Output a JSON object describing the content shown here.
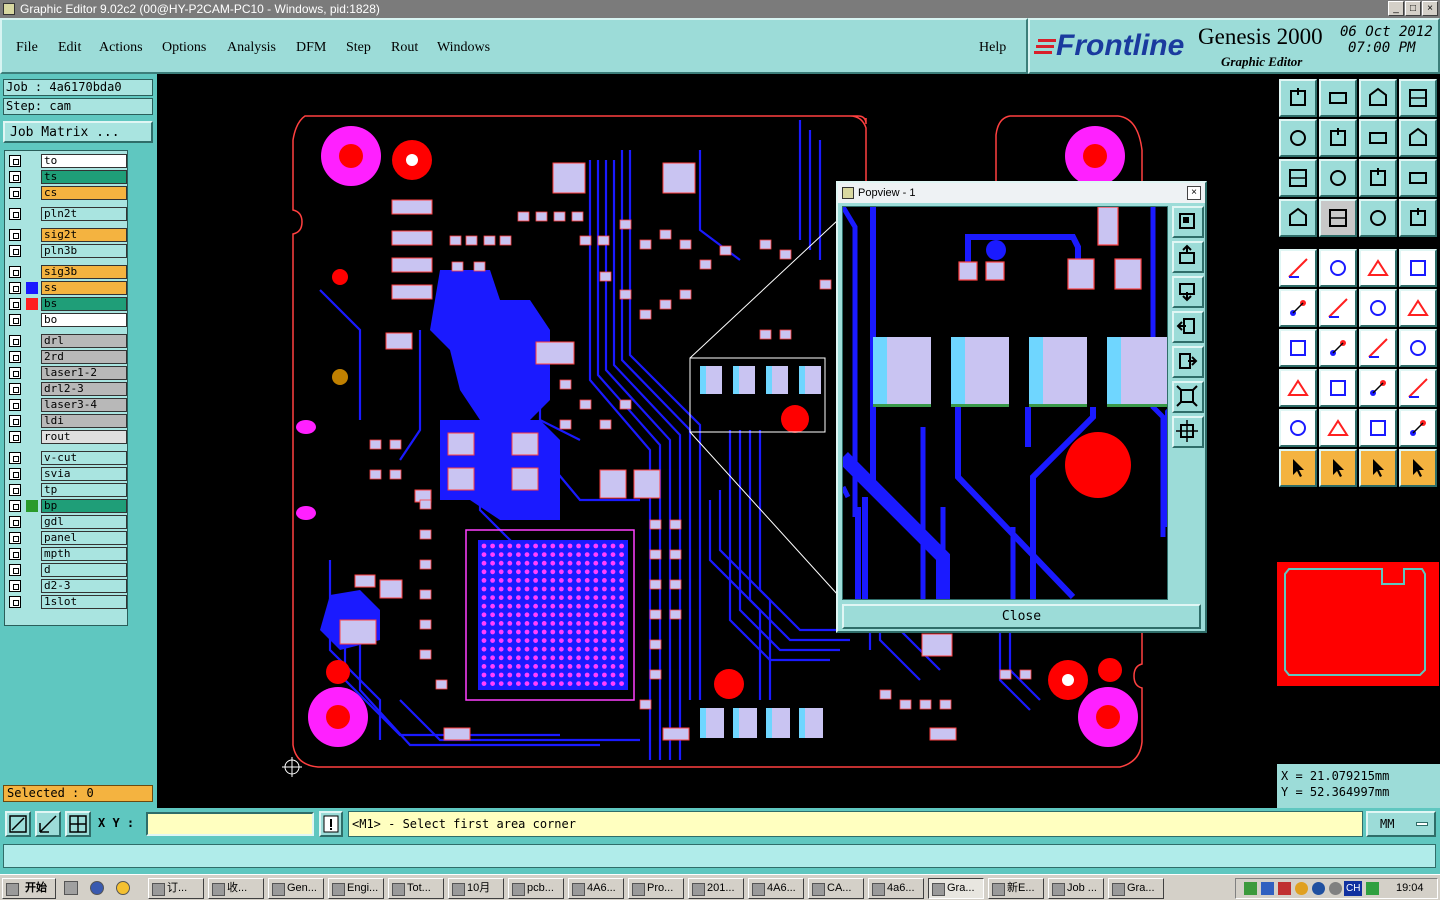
{
  "window": {
    "title": "Graphic Editor 9.02c2 (00@HY-P2CAM-PC10 - Windows, pid:1828)"
  },
  "menu": {
    "items": [
      "File",
      "Edit",
      "Actions",
      "Options",
      "Analysis",
      "DFM",
      "Step",
      "Rout",
      "Windows"
    ],
    "help": "Help"
  },
  "logo": {
    "brand": "Frontline",
    "product": "Genesis 2000",
    "subtitle": "Graphic Editor",
    "date": "06 Oct 2012",
    "time": "07:00 PM"
  },
  "job": {
    "job_line": "Job : 4a6170bda0",
    "step_line": "Step: cam",
    "matrix_button": "Job Matrix ..."
  },
  "layers": [
    {
      "name": "to",
      "color": "#ffffff"
    },
    {
      "name": "ts",
      "color": "#1f9e78"
    },
    {
      "name": "cs",
      "color": "#f4b340"
    },
    {
      "name": "pln2t",
      "color": "#a9e4e0"
    },
    {
      "name": "sig2t",
      "color": "#f4b340"
    },
    {
      "name": "pln3b",
      "color": "#a9e4e0"
    },
    {
      "name": "sig3b",
      "color": "#f4b340"
    },
    {
      "name": "ss",
      "color": "#f4b340"
    },
    {
      "name": "bs",
      "color": "#1f9e78"
    },
    {
      "name": "bo",
      "color": "#ffffff"
    },
    {
      "name": "drl",
      "color": "#b8b8b8"
    },
    {
      "name": "2rd",
      "color": "#b8b8b8"
    },
    {
      "name": "laser1-2",
      "color": "#b8b8b8"
    },
    {
      "name": "drl2-3",
      "color": "#b8b8b8"
    },
    {
      "name": "laser3-4",
      "color": "#b8b8b8"
    },
    {
      "name": "ldi",
      "color": "#b8b8b8"
    },
    {
      "name": "rout",
      "color": "#e0e0e0"
    },
    {
      "name": "v-cut",
      "color": "#a9e4e0"
    },
    {
      "name": "svia",
      "color": "#a9e4e0"
    },
    {
      "name": "tp",
      "color": "#a9e4e0"
    },
    {
      "name": "bp",
      "color": "#1f9e78"
    },
    {
      "name": "gdl",
      "color": "#a9e4e0"
    },
    {
      "name": "panel",
      "color": "#a9e4e0"
    },
    {
      "name": "mpth",
      "color": "#a9e4e0"
    },
    {
      "name": "d",
      "color": "#a9e4e0"
    },
    {
      "name": "d2-3",
      "color": "#a9e4e0"
    },
    {
      "name": "1slot",
      "color": "#a9e4e0"
    }
  ],
  "selection": {
    "label": "Selected : 0"
  },
  "popview": {
    "title": "Popview - 1",
    "close_label": "Close"
  },
  "coords": {
    "x_line": "X = 21.079215mm",
    "y_line": "Y = 52.364997mm"
  },
  "command": {
    "xy_label": "X Y :",
    "xy_value": "",
    "prompt": "<M1> - Select first area corner",
    "units": "MM"
  },
  "taskbar": {
    "start": "开始",
    "tasks": [
      "订...",
      "收...",
      "Gen...",
      "Engi...",
      "Tot...",
      "10月",
      "pcb...",
      "4A6...",
      "Pro...",
      "201...",
      "4A6...",
      "CA...",
      "4a6...",
      "Gra...",
      "新E...",
      "Job ...",
      "Gra..."
    ],
    "clock": "19:04",
    "lang": "CH"
  },
  "colors": {
    "teal": "#9cdcd8",
    "panel": "#5fc7c0",
    "trace": "#1a1aff",
    "pad": "#c9c4f2",
    "copper_red": "#ff0000",
    "magenta": "#ff20ff"
  }
}
